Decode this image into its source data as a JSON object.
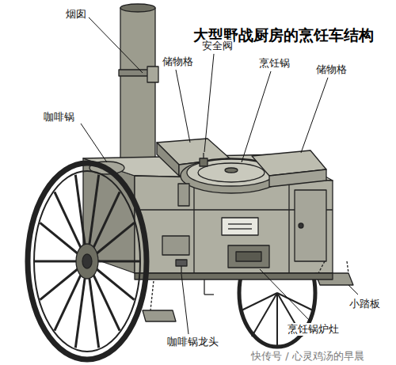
{
  "diagram": {
    "title": "大型野战厨房的烹饪车结构",
    "labels": [
      "烟囱",
      "储物格",
      "安全阀",
      "烹饪锅",
      "储物格",
      "咖啡锅",
      "咖啡锅龙头",
      "烹饪锅炉灶",
      "小踏板",
      "快传号 / 心灵鸡汤的早晨"
    ]
  }
}
